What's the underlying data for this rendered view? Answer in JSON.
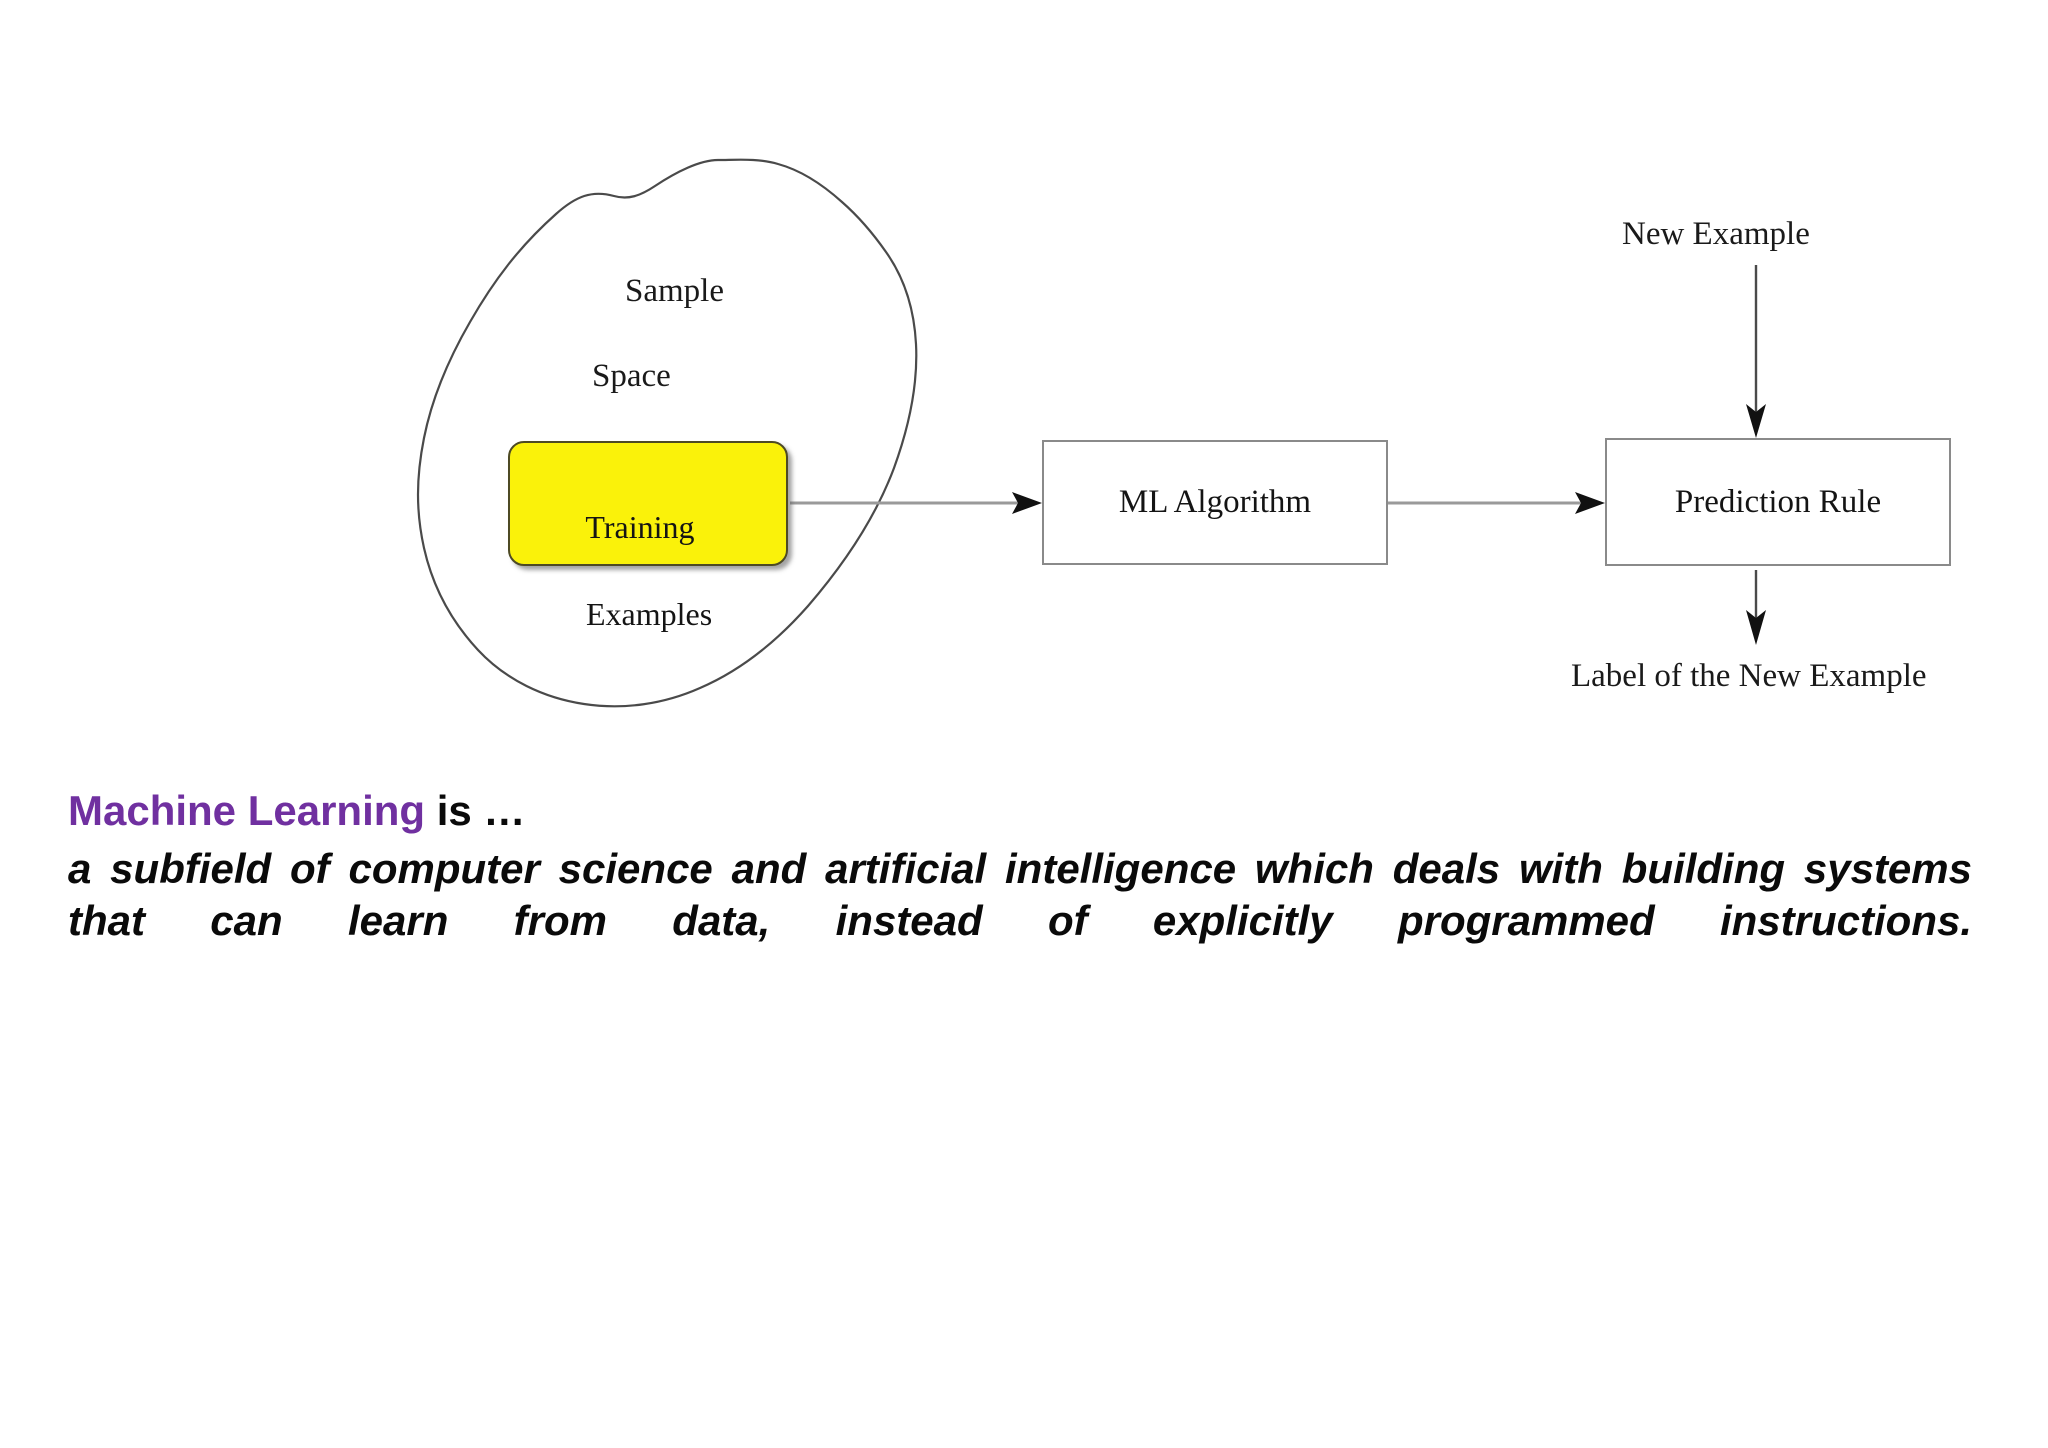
{
  "diagram": {
    "sample_space": {
      "line1": "Sample",
      "line2": "Space"
    },
    "training_examples": {
      "line1": "Training",
      "line2": "Examples",
      "fill_color": "#FAF20A"
    },
    "ml_algorithm": {
      "label": "ML Algorithm"
    },
    "prediction_rule": {
      "label": "Prediction Rule"
    },
    "new_example": {
      "label": "New Example"
    },
    "output_label": {
      "label": "Label of the New Example"
    }
  },
  "text_block": {
    "heading_accent": "Machine Learning",
    "heading_rest": " is …",
    "accent_color": "#7030A0",
    "definition": "a subfield of computer science and artificial intelligence which deals with building systems that can learn from data, instead of explicitly programmed instructions."
  }
}
